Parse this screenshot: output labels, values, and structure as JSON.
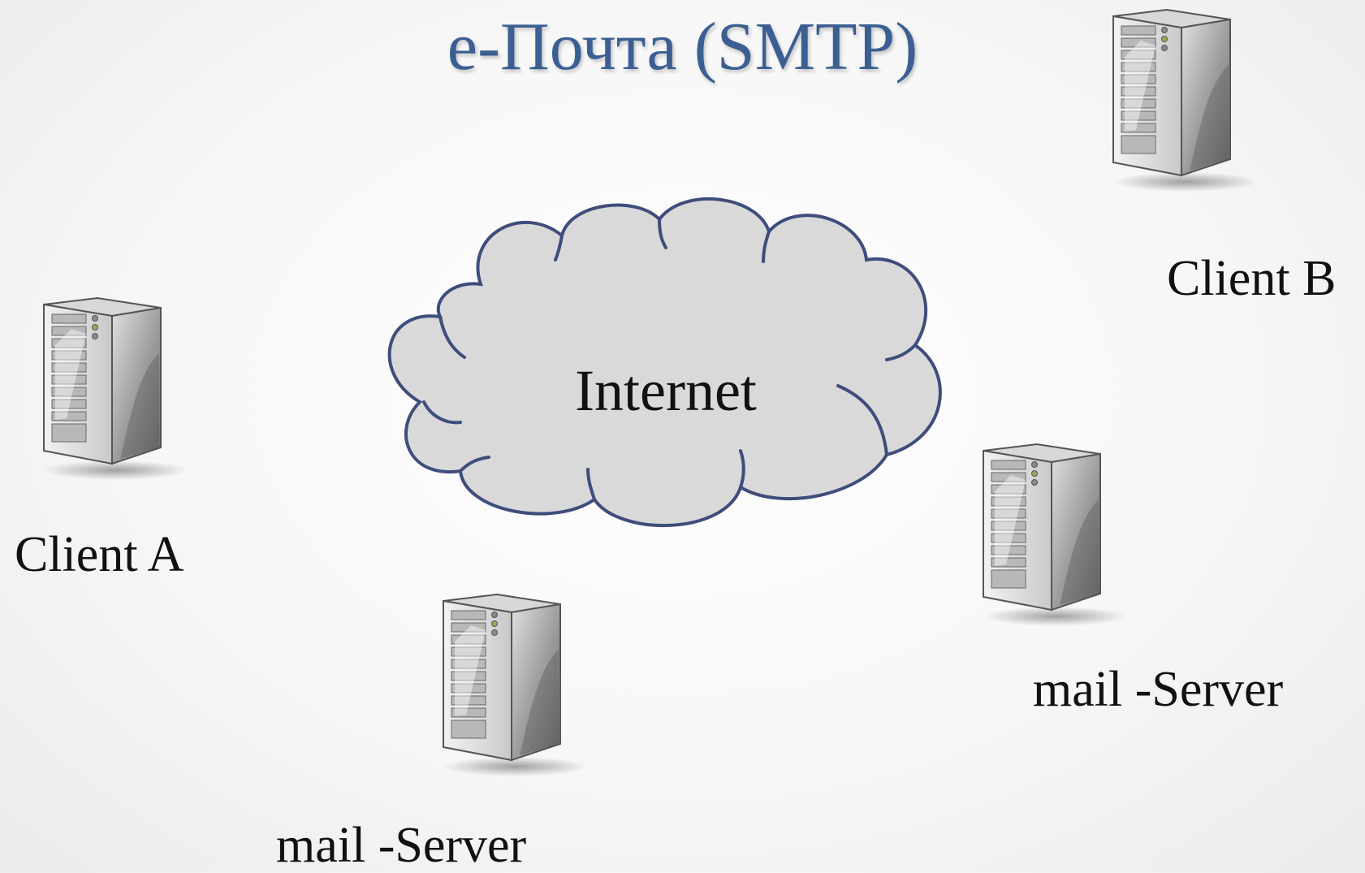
{
  "title": "e-Почта (SMTP)",
  "cloud": {
    "label": "Internet",
    "icon": "cloud-icon",
    "fill": "#d9d9d9",
    "stroke": "#3f4d7c"
  },
  "nodes": [
    {
      "id": "client-b",
      "label": "Client B",
      "icon": "server-tower-icon"
    },
    {
      "id": "client-a",
      "label": "Client A",
      "icon": "server-tower-icon"
    },
    {
      "id": "mail-server-right",
      "label": "mail -Server",
      "icon": "server-tower-icon"
    },
    {
      "id": "mail-server-bottom",
      "label": "mail -Server",
      "icon": "server-tower-icon"
    }
  ],
  "colors": {
    "title": "#3b5f92",
    "text": "#111111"
  }
}
